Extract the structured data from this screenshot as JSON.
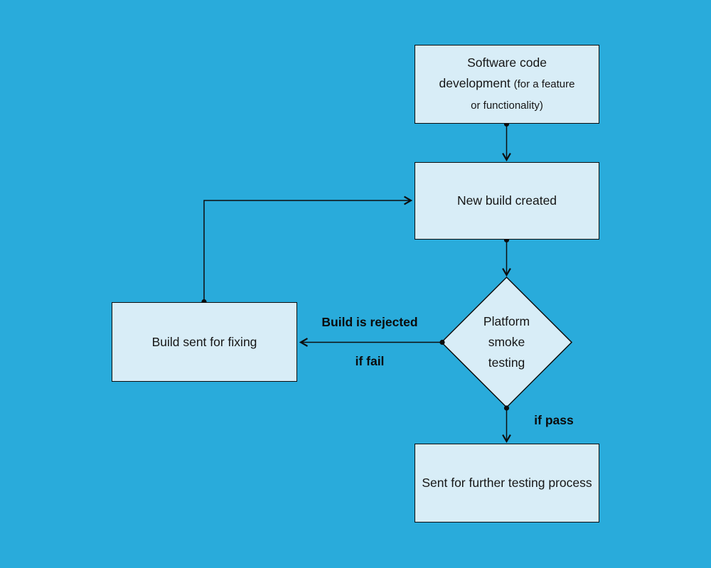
{
  "diagram": {
    "title_hint": "smoke testing flowchart",
    "colors": {
      "background": "#29ABDB",
      "node_fill": "#D8EDF7",
      "stroke": "#0D0D0D",
      "text": "#161616"
    },
    "nodes": {
      "software_dev": {
        "main": "Software code development",
        "note": "(for a feature or functionality)"
      },
      "new_build": {
        "label": "New build created"
      },
      "smoke_testing": {
        "label": "Platform\nsmoke\ntesting"
      },
      "build_fixing": {
        "label": "Build sent for fixing"
      },
      "further_testing": {
        "label": "Sent for further testing process"
      }
    },
    "edge_labels": {
      "rejected": "Build is rejected",
      "if_fail": "if fail",
      "if_pass": "if pass"
    }
  }
}
